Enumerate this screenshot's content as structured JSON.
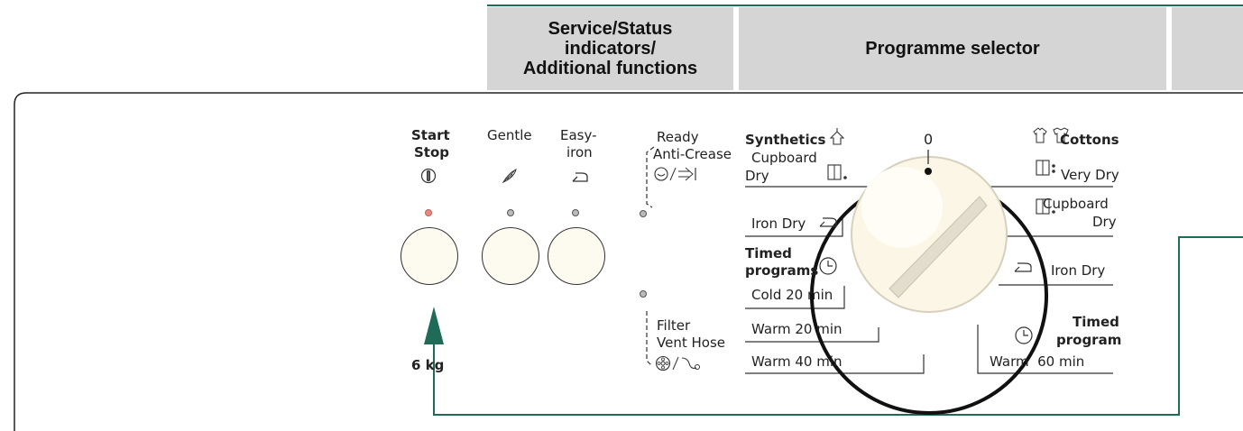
{
  "headers": {
    "service_line1": "Service/Status",
    "service_line2": "indicators/",
    "service_line3": "Additional functions",
    "selector": "Programme selector"
  },
  "buttons": {
    "start_line1": "Start",
    "start_line2": "Stop",
    "gentle": "Gentle",
    "easy_line1": "Easy-",
    "easy_line2": "iron"
  },
  "capacity": "6 kg",
  "indicators": {
    "ready_line1": "Ready",
    "ready_line2": "Anti-Crease",
    "filter_line1": "Filter",
    "filter_line2": "Vent Hose"
  },
  "dial": {
    "zero": "0",
    "left": {
      "synthetics": "Synthetics",
      "cupboard_line1": "Cupboard",
      "cupboard_line2": "Dry",
      "iron_dry": "Iron Dry",
      "timed_line1": "Timed",
      "timed_line2": "programs",
      "cold20": "Cold 20 min",
      "warm20": "Warm 20 min",
      "warm40": "Warm 40 min"
    },
    "right": {
      "cottons": "Cottons",
      "very_dry": "Very Dry",
      "cupboard_line1": "Cupboard",
      "cupboard_line2": "Dry",
      "iron_dry": "Iron Dry",
      "timed_line1": "Timed",
      "timed_line2": "program",
      "warm60": "Warm  60 min"
    }
  },
  "colors": {
    "arrow": "#1f6b57",
    "header_bg": "#d5d5d5",
    "led_red": "#e88a80"
  },
  "icons": {
    "start": "power-icon",
    "gentle": "feather-icon",
    "easy_iron": "iron-icon"
  }
}
